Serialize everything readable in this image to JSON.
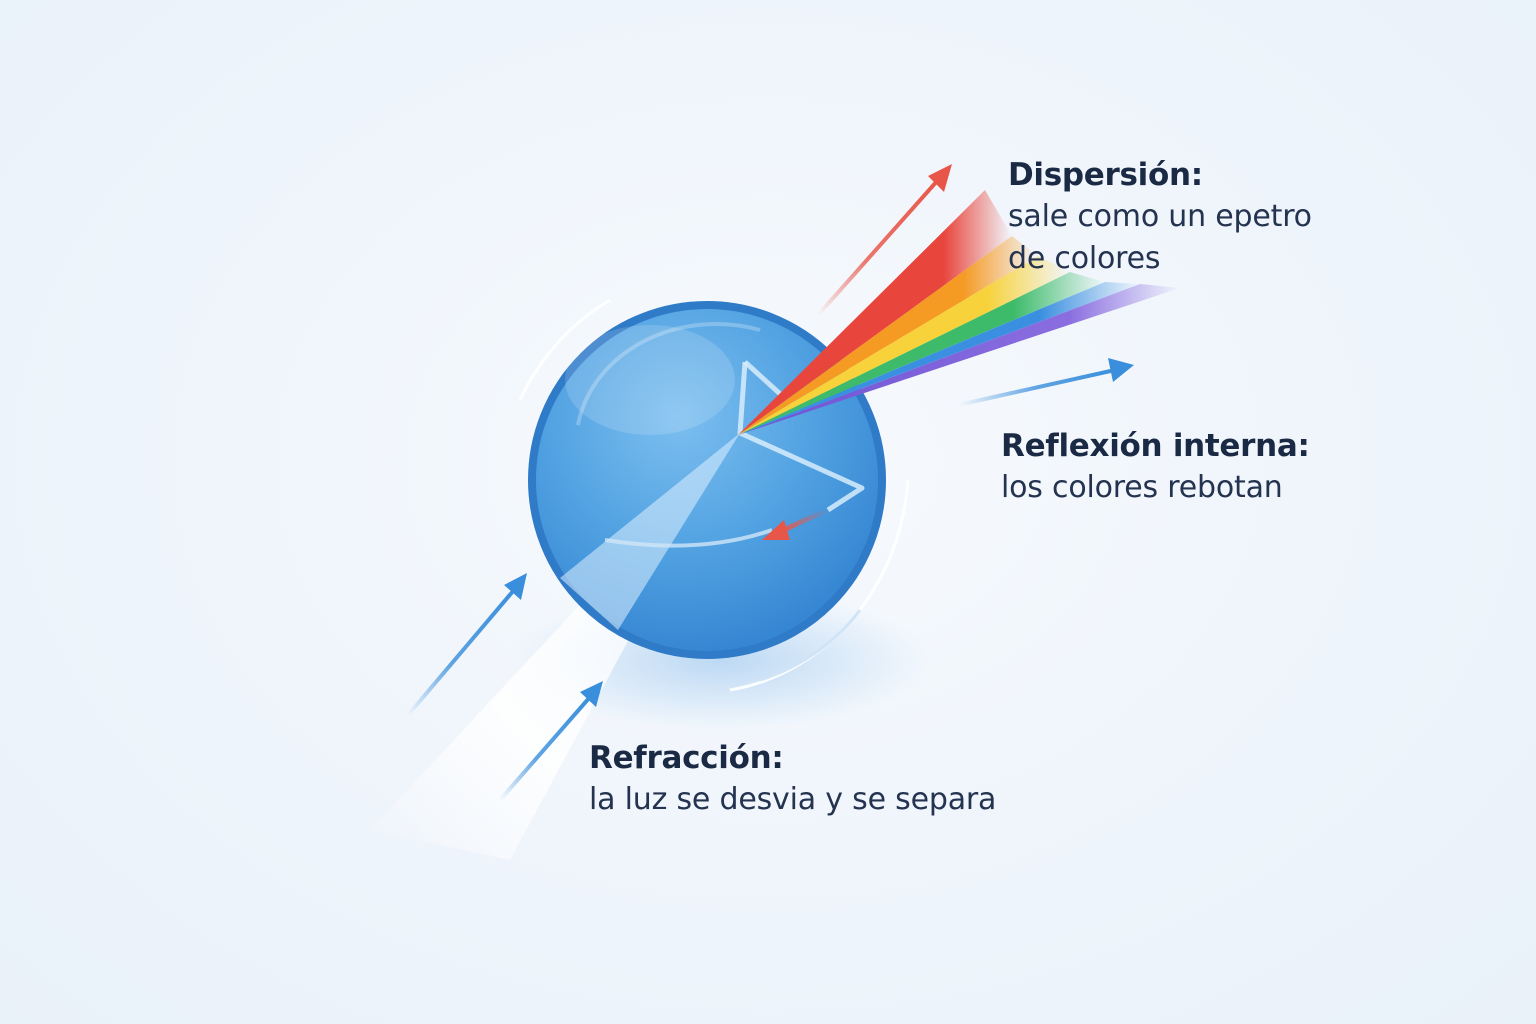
{
  "labels": {
    "dispersion": {
      "title": "Dispersión:",
      "desc_line1": "sale como un epetro",
      "desc_line2": "de colores"
    },
    "reflection": {
      "title": "Reflexión interna:",
      "desc_line1": "los colores rebotan"
    },
    "refraction": {
      "title": "Refracción:",
      "desc_line1": "la luz se desvia y se separa"
    }
  },
  "colors": {
    "background": "#eef4fb",
    "drop_blue": "#3f8fd8",
    "drop_light": "#7cbff0",
    "arrow_red": "#e8564a",
    "arrow_blue": "#3a8fdc",
    "text_dark": "#1b2a44",
    "spectrum": [
      "#e8453c",
      "#f59a23",
      "#f7d23a",
      "#3dbb6a",
      "#3a8fe0",
      "#7a5fd6"
    ]
  }
}
